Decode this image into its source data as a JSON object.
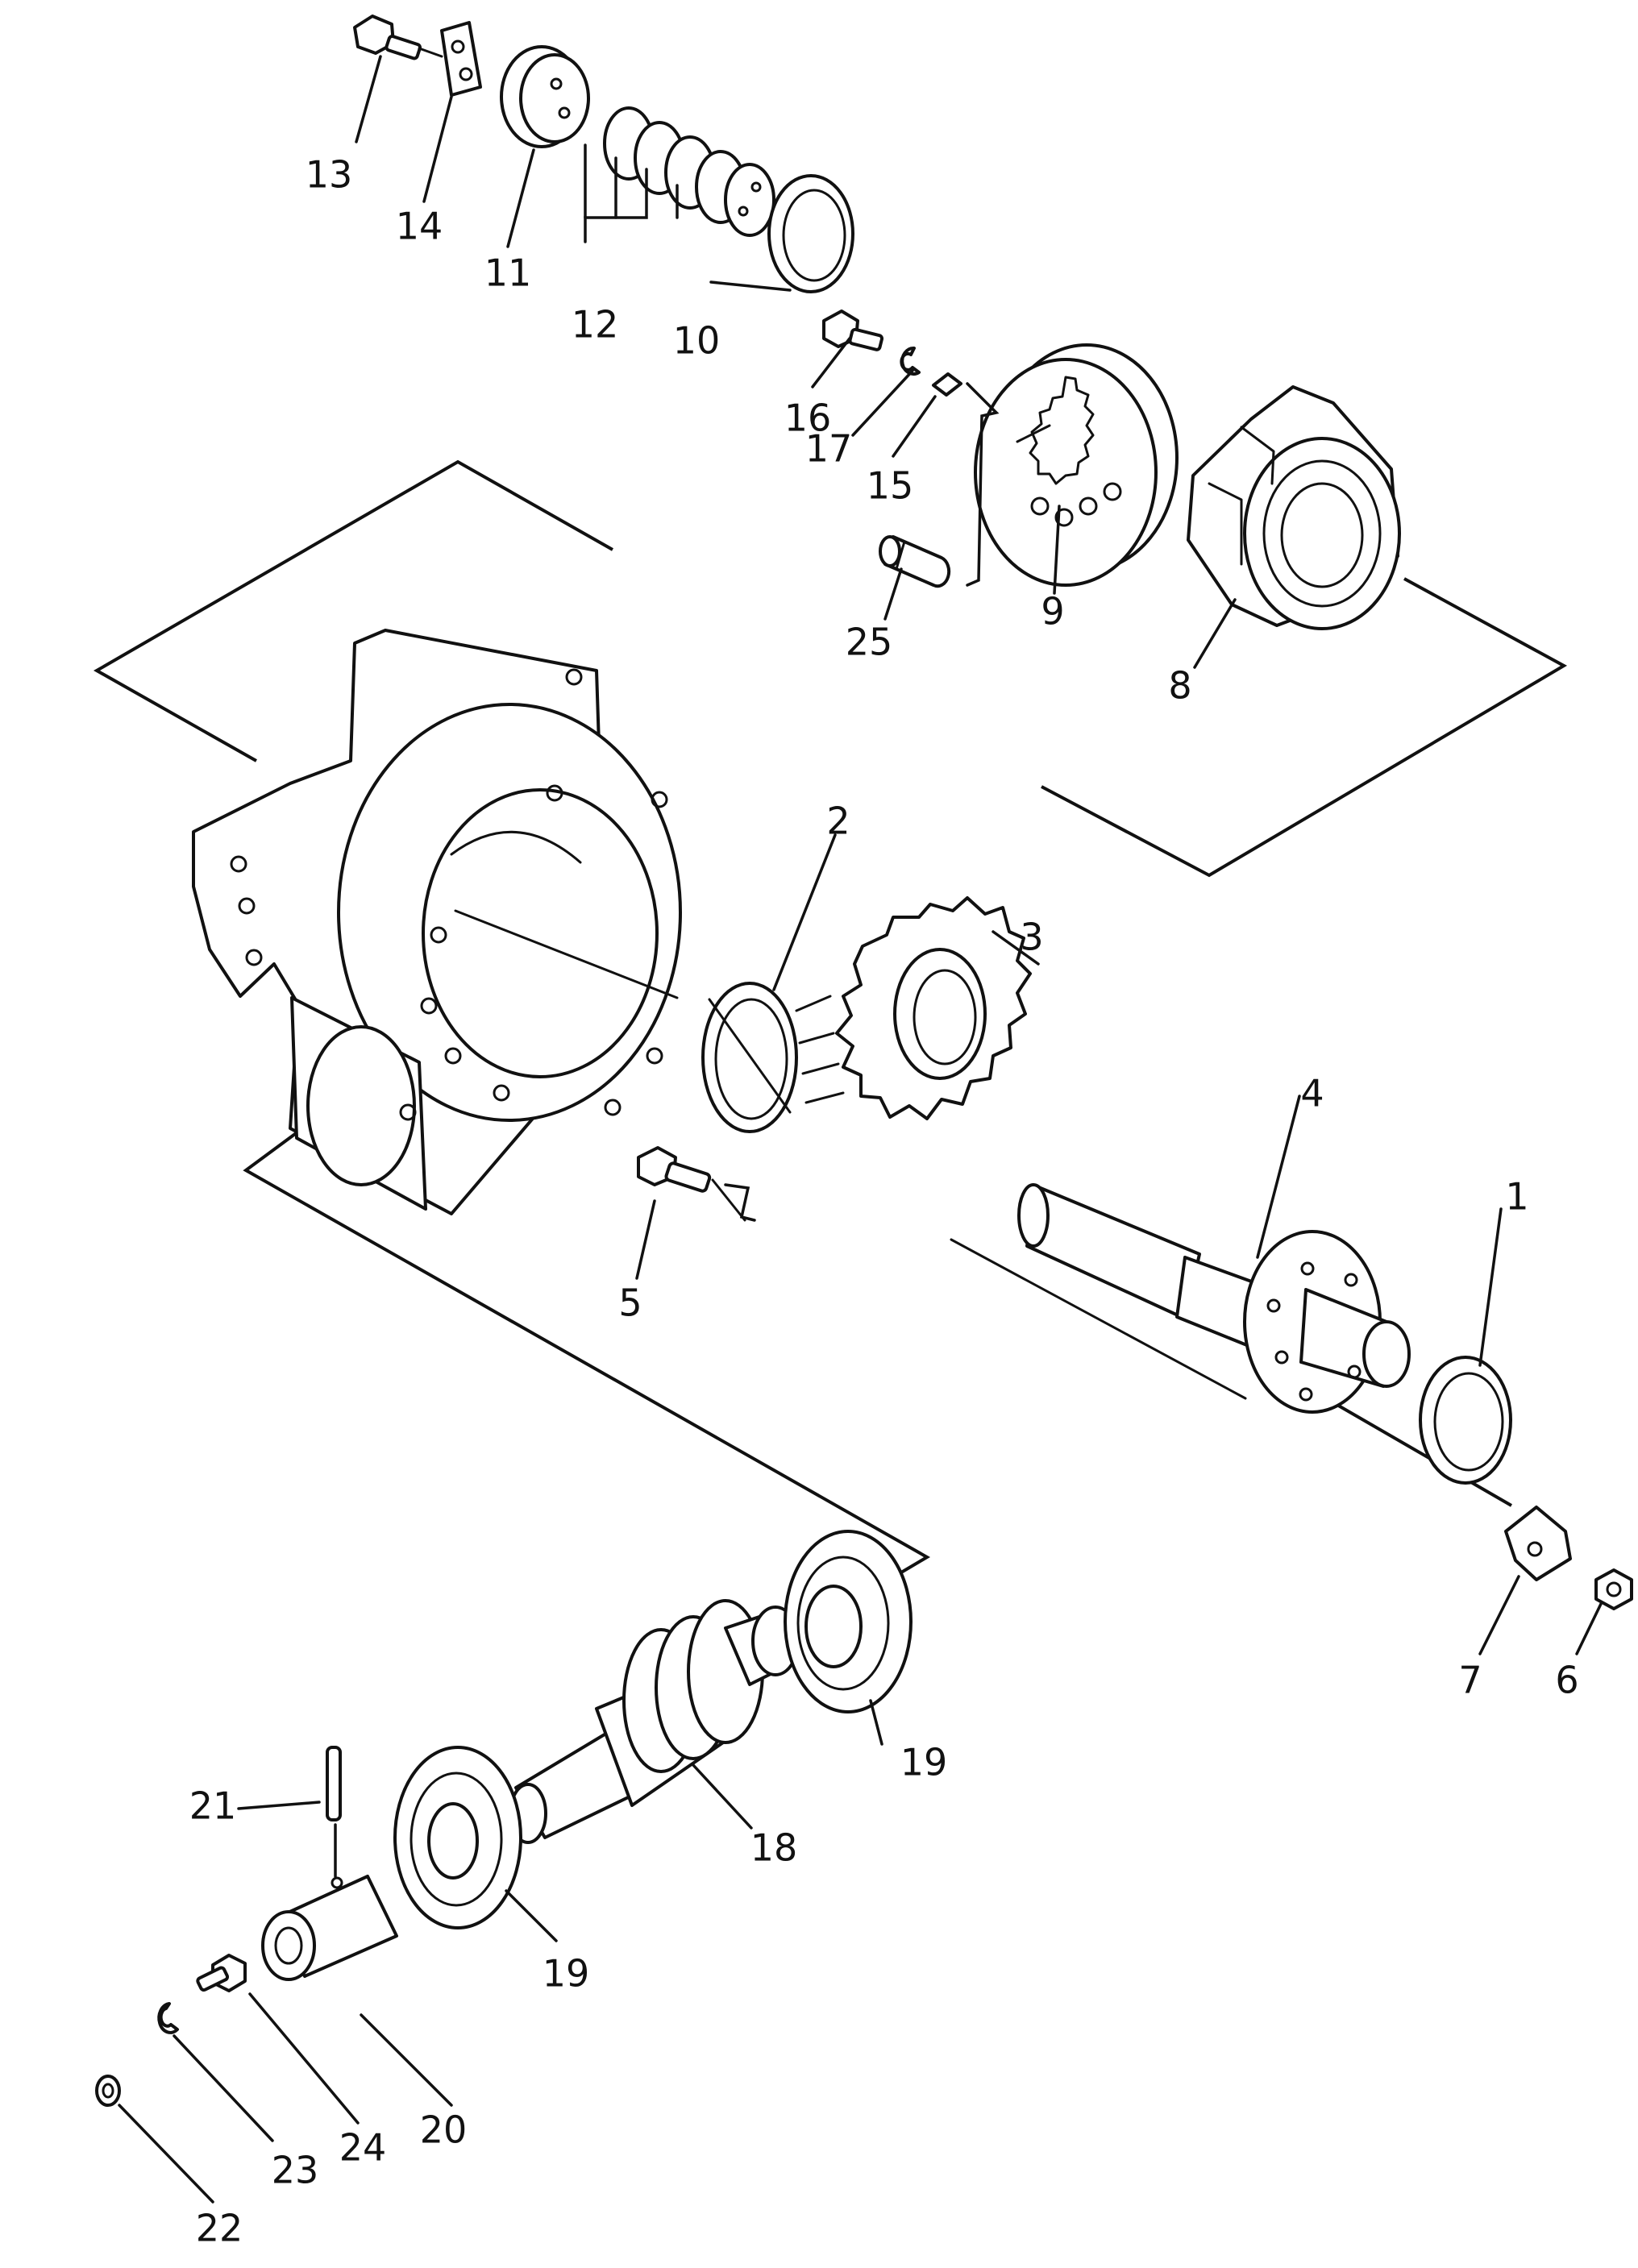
{
  "part_numbers": {
    "p1": "1",
    "p2": "2",
    "p3": "3",
    "p4": "4",
    "p5": "5",
    "p6": "6",
    "p7": "7",
    "p8": "8",
    "p9": "9",
    "p10": "10",
    "p11": "11",
    "p12": "12",
    "p13": "13",
    "p14": "14",
    "p15": "15",
    "p16": "16",
    "p17": "17",
    "p18": "18",
    "p19a": "19",
    "p19b": "19",
    "p20": "20",
    "p21": "21",
    "p22": "22",
    "p23": "23",
    "p24": "24",
    "p25": "25"
  }
}
